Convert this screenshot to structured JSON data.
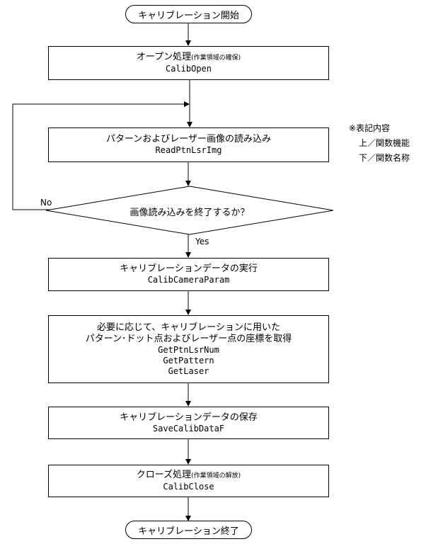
{
  "start": "キャリブレーション開始",
  "end": "キャリブレーション終了",
  "steps": [
    {
      "title": "オープン処理",
      "note": "(作業領域の確保)",
      "func": "CalibOpen"
    },
    {
      "title": "パターンおよびレーザー画像の読み込み",
      "func": "ReadPtnLsrImg"
    },
    {
      "title": "キャリブレーションデータの実行",
      "func": "CalibCameraParam"
    },
    {
      "title1": "必要に応じて、キャリブレーションに用いた",
      "title2": "パターン･ドット点およびレーザー点の座標を取得",
      "funcs": [
        "GetPtnLsrNum",
        "GetPattern",
        "GetLaser"
      ]
    },
    {
      "title": "キャリブレーションデータの保存",
      "func": "SaveCalibDataF"
    },
    {
      "title": "クローズ処理",
      "note": "(作業領域の解放)",
      "func": "CalibClose"
    }
  ],
  "decision": {
    "text": "画像読み込みを終了するか？",
    "no": "No",
    "yes": "Yes"
  },
  "legend": {
    "title": "※表記内容",
    "line1": "上／関数機能",
    "line2": "下／関数名称"
  }
}
